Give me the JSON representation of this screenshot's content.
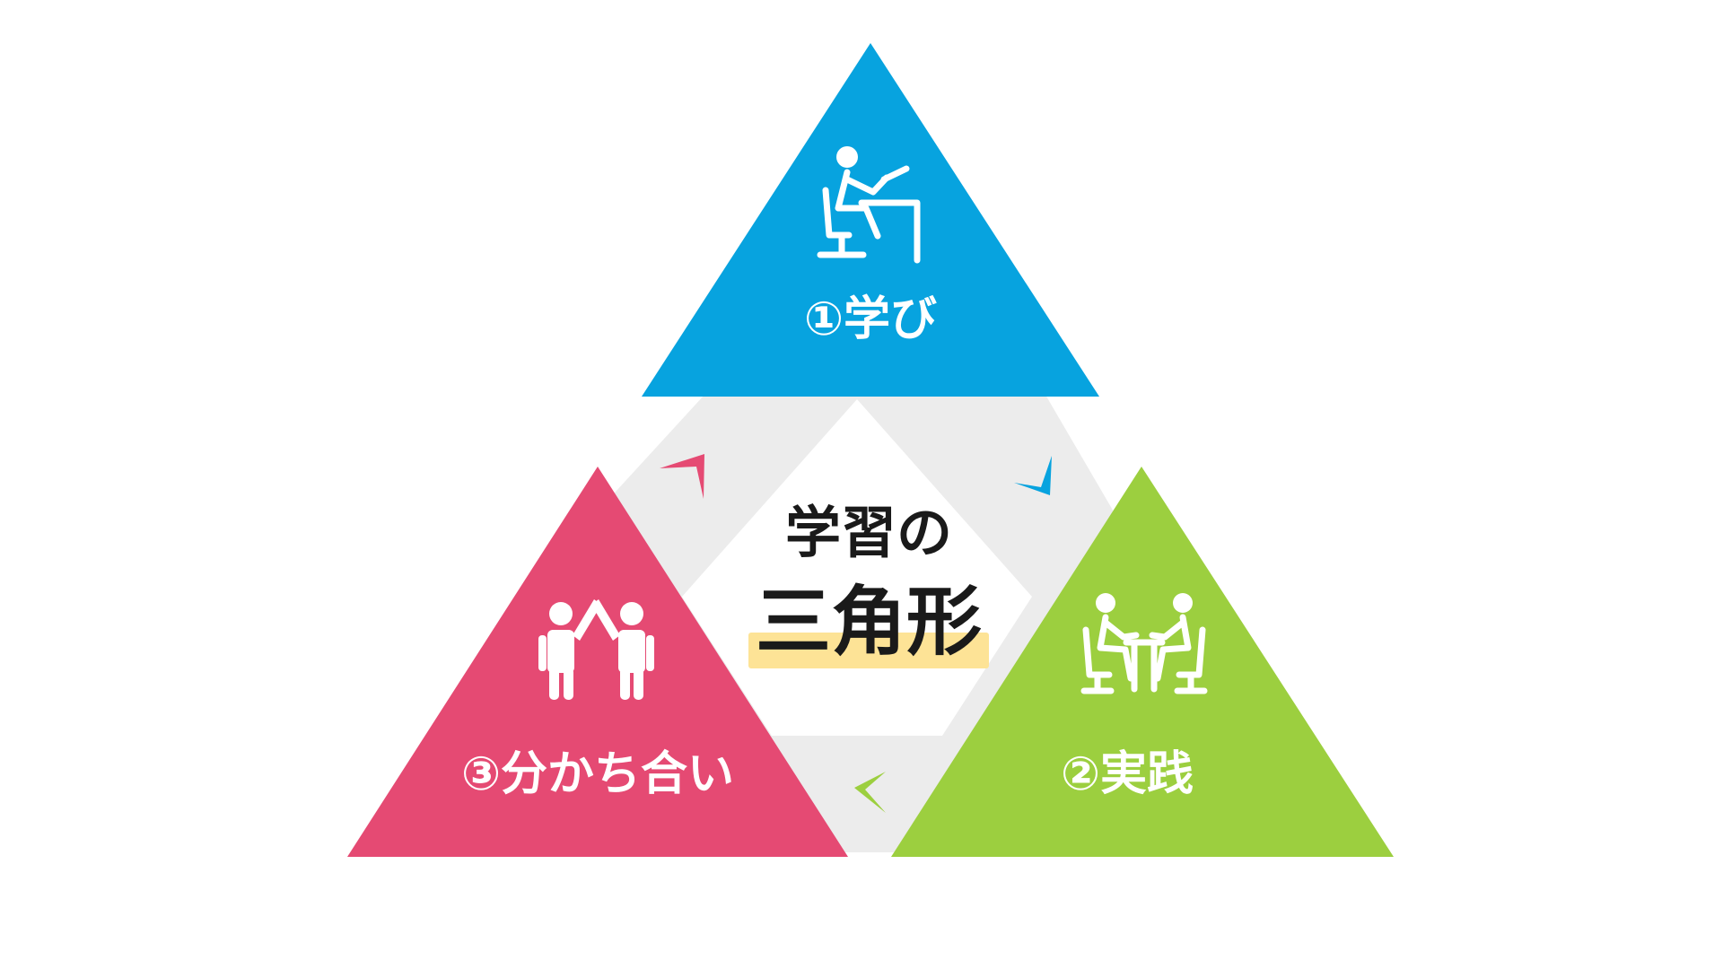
{
  "center": {
    "line1": "学習の",
    "line2": "三角形",
    "highlight_color": "#fde396"
  },
  "nodes": [
    {
      "id": "learn",
      "label": "①学び",
      "color": "#07a3df",
      "icon": "person-at-desk-icon"
    },
    {
      "id": "practice",
      "label": "②実践",
      "color": "#9ccf3f",
      "icon": "two-people-at-table-icon"
    },
    {
      "id": "share",
      "label": "③分かち合い",
      "color": "#e54a73",
      "icon": "two-people-high-five-icon"
    }
  ],
  "cycle": {
    "band_color": "#ececec",
    "arrows": [
      {
        "from": "learn",
        "to": "practice",
        "color": "#07a3df",
        "icon": "chevron-down-right-icon"
      },
      {
        "from": "practice",
        "to": "share",
        "color": "#9ccf3f",
        "icon": "chevron-left-icon"
      },
      {
        "from": "share",
        "to": "learn",
        "color": "#e54a73",
        "icon": "chevron-up-right-icon"
      }
    ]
  }
}
